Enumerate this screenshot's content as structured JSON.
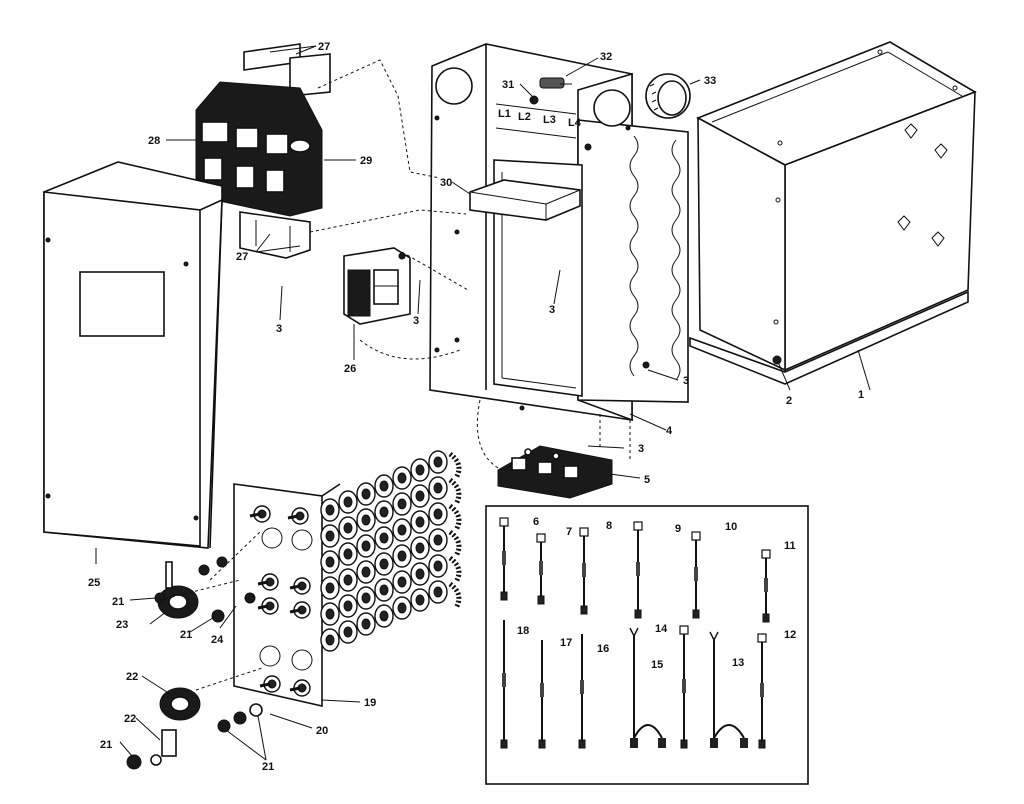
{
  "labels": {
    "p1": "1",
    "p2": "2",
    "p3a": "3",
    "p3b": "3",
    "p3c": "3",
    "p3d": "3",
    "p3e": "3",
    "p4": "4",
    "p5": "5",
    "p6": "6",
    "p7": "7",
    "p8": "8",
    "p9": "9",
    "p10": "10",
    "p11": "11",
    "p12": "12",
    "p13": "13",
    "p14": "14",
    "p15": "15",
    "p16": "16",
    "p17": "17",
    "p18": "18",
    "p19": "19",
    "p20": "20",
    "p21a": "21",
    "p21b": "21",
    "p21c": "21",
    "p21d": "21",
    "p22a": "22",
    "p22b": "22",
    "p23": "23",
    "p24": "24",
    "p25": "25",
    "p26": "26",
    "p27a": "27",
    "p27b": "27",
    "p28": "28",
    "p29": "29",
    "p30": "30",
    "p31": "31",
    "p32": "32",
    "p33": "33"
  },
  "terminals": {
    "t1": "L1",
    "t2": "L2",
    "t3": "L3",
    "t4": "L4"
  }
}
